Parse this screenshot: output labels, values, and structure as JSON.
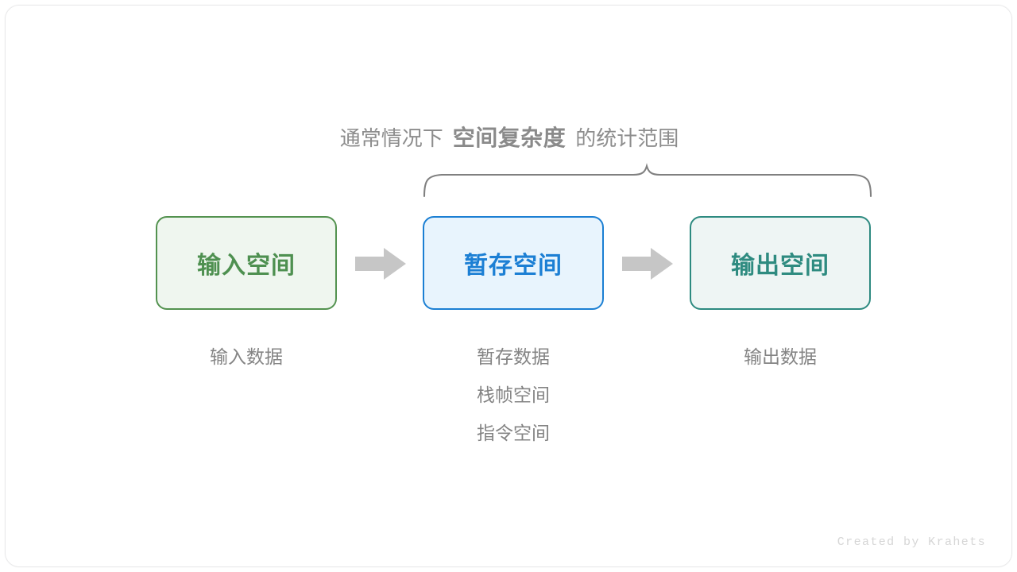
{
  "card": {
    "background_color": "#ffffff",
    "border_color": "#e9e9ea"
  },
  "caption": {
    "prefix": "通常情况下",
    "emphasis": "空间复杂度",
    "suffix": "的统计范围",
    "color": "#8d8d8d"
  },
  "brace": {
    "name": "curly-brace",
    "color": "#808080",
    "spans": [
      "暂存空间",
      "输出空间"
    ]
  },
  "flow": {
    "boxes": [
      {
        "id": "input",
        "title": "输入空间",
        "text_color": "#4e9050",
        "border_color": "#53924f",
        "fill_color": "#eff6ef"
      },
      {
        "id": "temp",
        "title": "暂存空间",
        "text_color": "#1c7fd4",
        "border_color": "#1b7fd3",
        "fill_color": "#e8f4fd"
      },
      {
        "id": "output",
        "title": "输出空间",
        "text_color": "#2e8b80",
        "border_color": "#2d8a80",
        "fill_color": "#eef5f4"
      }
    ],
    "arrows": [
      {
        "id": "arrow-1",
        "name": "right-arrow-icon",
        "color": "#c6c6c6"
      },
      {
        "id": "arrow-2",
        "name": "right-arrow-icon",
        "color": "#c6c6c6"
      }
    ]
  },
  "labels": {
    "color": "#848484",
    "input": [
      "输入数据"
    ],
    "temp": [
      "暂存数据",
      "栈帧空间",
      "指令空间"
    ],
    "output": [
      "输出数据"
    ]
  },
  "watermark": {
    "text": "Created by Krahets",
    "color": "#d6d6d6"
  }
}
